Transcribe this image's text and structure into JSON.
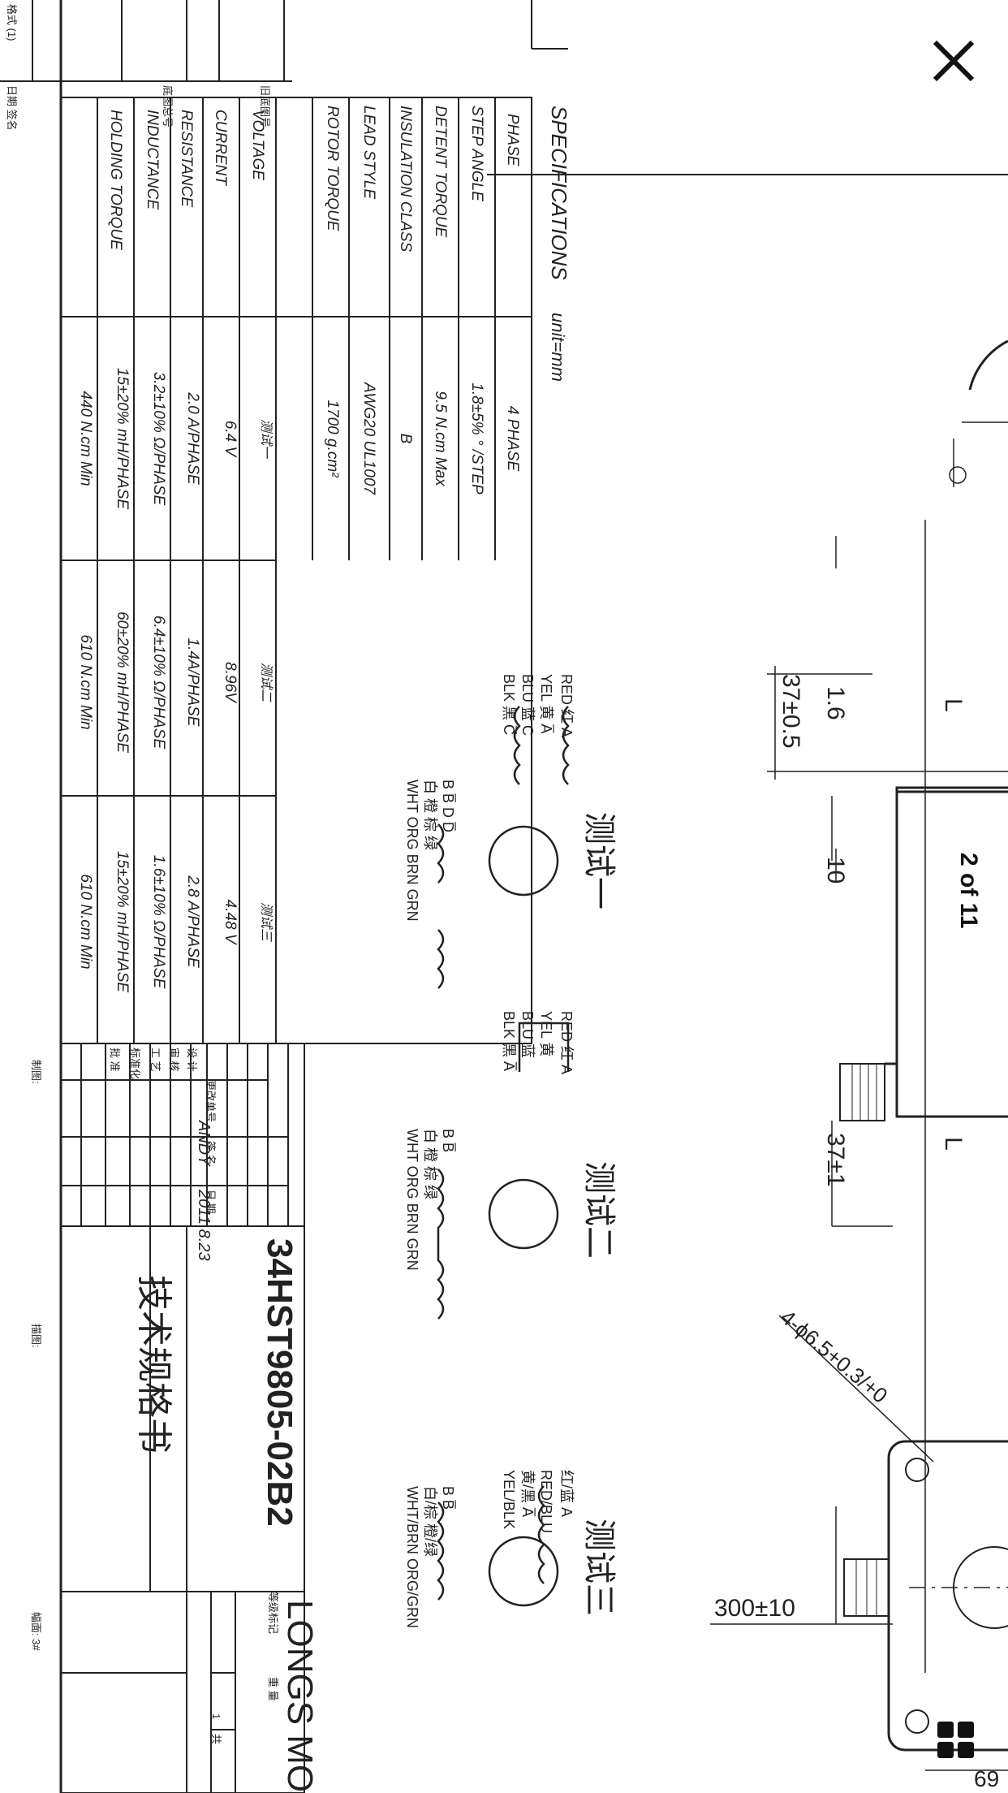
{
  "viewer": {
    "close_label": "×",
    "page_indicator": "2 of 11"
  },
  "drawing": {
    "spec_title": "SPECIFICATIONS",
    "unit": "unit=mm",
    "row_labels": [
      "PHASE",
      "STEP ANGLE",
      "DETENT TORQUE",
      "INSULATION CLASS",
      "LEAD STYLE",
      "ROTOR TORQUE",
      "",
      "VOLTAGE",
      "CURRENT",
      "RESISTANCE",
      "INDUCTANCE",
      "HOLDING TORQUE"
    ],
    "row_values": [
      "4  PHASE",
      "1.8±5% ° /STEP",
      "9.5 N.cm Max",
      "B",
      "AWG20 UL1007",
      "1700 g.cm²"
    ],
    "test_headers": [
      "测试一",
      "测试二",
      "测试三"
    ],
    "test1": [
      "6.4  V",
      "2.0  A/PHASE",
      "3.2±10%  Ω/PHASE",
      "15±20% mH/PHASE",
      "440  N.cm Min"
    ],
    "test2": [
      "8.96V",
      "1.4A/PHASE",
      "6.4±10%  Ω/PHASE",
      "60±20% mH/PHASE",
      "610  N.cm Min"
    ],
    "test3": [
      "4.48  V",
      "2.8 A/PHASE",
      "1.6±10%  Ω/PHASE",
      "15±20% mH/PHASE",
      "610  N.cm Min"
    ],
    "wiring": {
      "w1_title": "测试一",
      "w1_left": [
        "RED 红 A",
        "YEL 黄 A̅",
        "BLU 蓝 C",
        "BLK 黑 C̅"
      ],
      "w1_right": [
        "B  B̅  D  D̅",
        "白 橙 棕 绿",
        "WHT ORG BRN GRN"
      ],
      "w2_title": "测试二",
      "w2_left": [
        "RED 红 A",
        "YEL 黄",
        "BLU 蓝",
        "BLK 黑 A̅"
      ],
      "w2_right": [
        "B              B̅",
        "白 橙 棕 绿",
        "WHT ORG BRN GRN"
      ],
      "w3_title": "测试三",
      "w3_left": [
        "红/蓝 A",
        "RED/BLU",
        "黄/黑 A̅",
        "YEL/BLK"
      ],
      "w3_right": [
        "B            B̅",
        "白/棕      橙/绿",
        "WHT/BRN  ORG/GRN"
      ]
    },
    "dimensions": [
      "1.6",
      "37±0.5",
      "10",
      "37±1",
      "300±10",
      "4-ϕ6.5+0.3/+0",
      "69",
      "L",
      "L"
    ],
    "title_block": {
      "model": "34HST9805-02B2",
      "doc_title": "技术规格书",
      "company": "LONGS MOT",
      "designer": "ANDY",
      "date": "2011.8.23",
      "labels": [
        "更改单号",
        "签 名",
        "日 期",
        "设 计",
        "审 核",
        "工 艺",
        "标准化",
        "批 准",
        "等级标记",
        "重 量",
        "共",
        "1"
      ],
      "side_labels": [
        "格式 (1)",
        "日期 签名",
        "底图总号",
        "旧底图号",
        "制图:",
        "描图:",
        "幅面: 3#"
      ]
    }
  }
}
